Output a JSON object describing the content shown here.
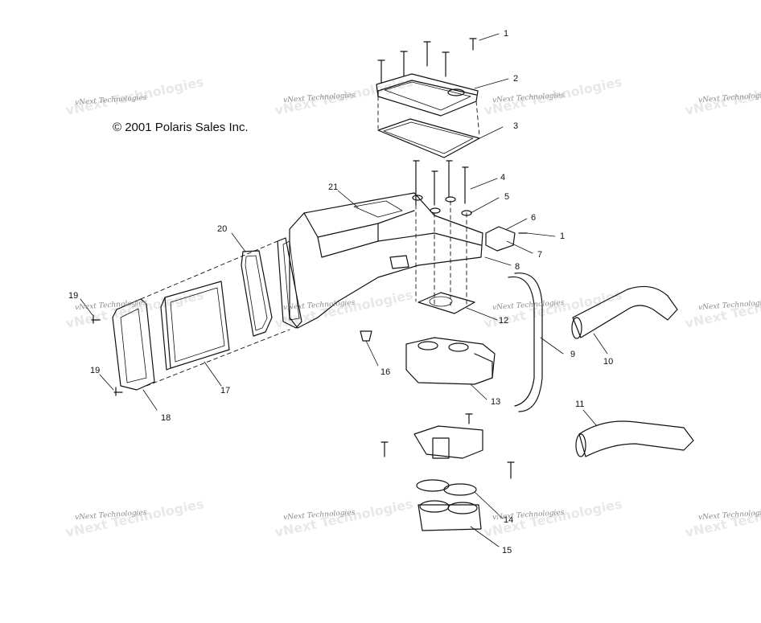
{
  "copyright": "© 2001 Polaris Sales Inc.",
  "watermark": "vNext Technologies",
  "callouts": [
    "1",
    "2",
    "3",
    "4",
    "5",
    "6",
    "1",
    "7",
    "8",
    "9",
    "10",
    "11",
    "12",
    "13",
    "14",
    "15",
    "16",
    "17",
    "18",
    "19",
    "19",
    "20",
    "21"
  ]
}
